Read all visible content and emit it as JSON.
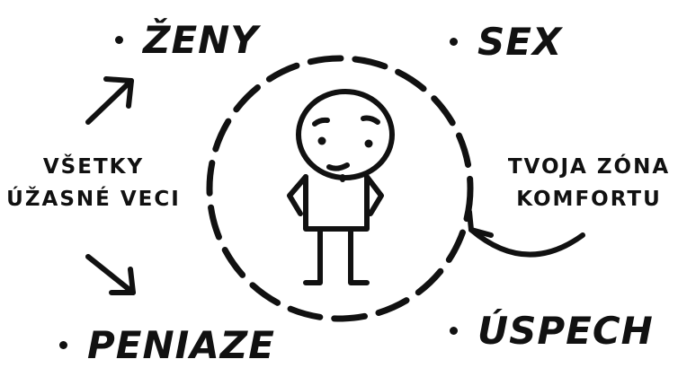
{
  "labels": {
    "zeny": "ŽENY",
    "sex": "SEX",
    "peniaze": "PENIAZE",
    "uspech": "ÚSPECH"
  },
  "left_caption": {
    "line1": "VŠETKY",
    "line2": "ÚŽASNÉ VECI"
  },
  "right_caption": {
    "line1": "TVOJA ZÓNA",
    "line2": "KOMFORTU"
  }
}
